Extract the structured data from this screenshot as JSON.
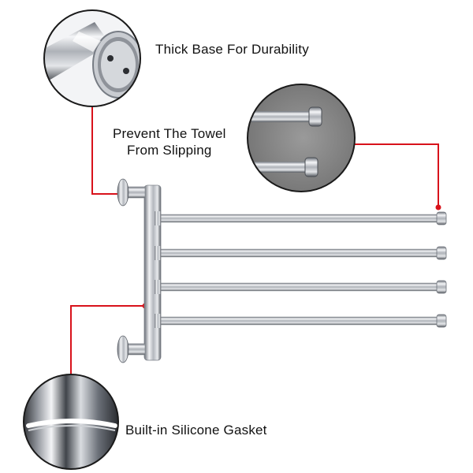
{
  "callouts": {
    "thick_base": {
      "text": "Thick Base For Durability"
    },
    "prevent_slip": {
      "line1": "Prevent The Towel",
      "line2": "From Slipping"
    },
    "gasket": {
      "text": "Built-in Silicone Gasket"
    }
  },
  "colors": {
    "leader_line": "#d8121b",
    "chrome_light": "#f4f5f7",
    "chrome_mid": "#b8bcc2",
    "chrome_dark": "#5e636b",
    "circle_border": "#1a1a1a"
  },
  "product": {
    "arm_count": 4,
    "mount_count": 2
  }
}
